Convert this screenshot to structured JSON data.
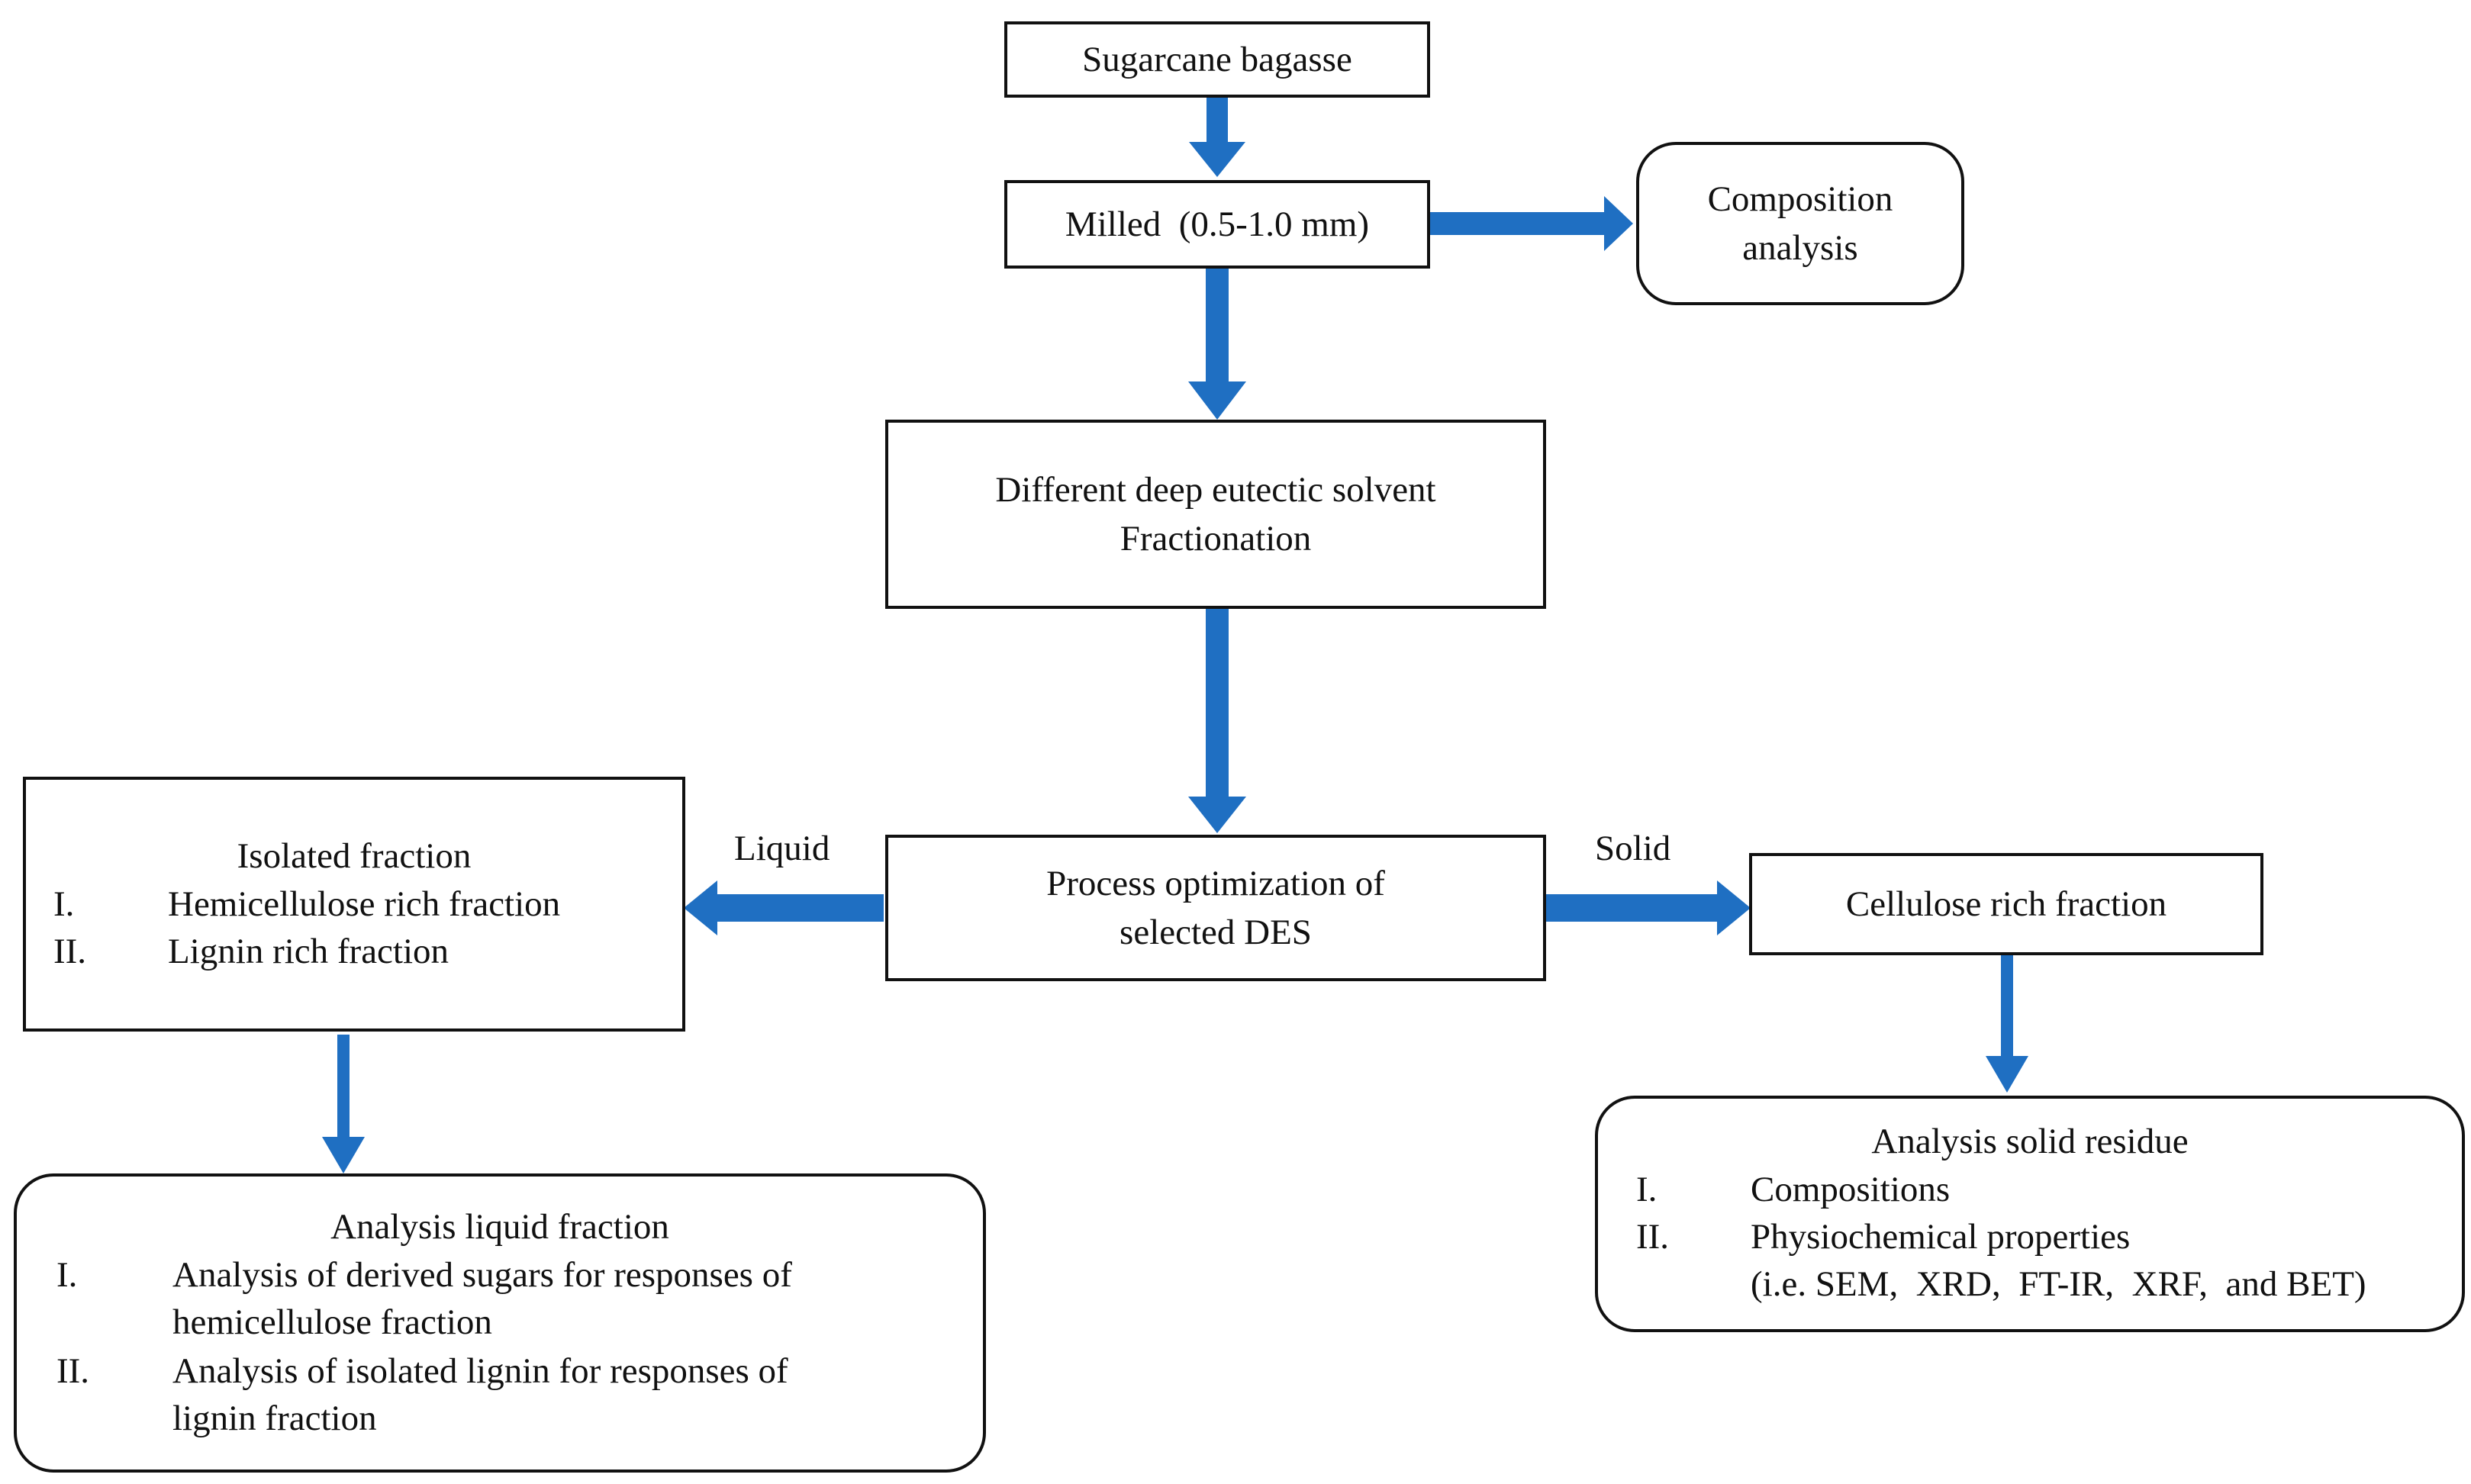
{
  "boxes": {
    "sugarcane": "Sugarcane bagasse",
    "milled": "Milled  (0.5-1.0 mm)",
    "composition": [
      "Composition",
      "analysis"
    ],
    "des": [
      "Different deep eutectic solvent",
      "Fractionation"
    ],
    "process": [
      "Process optimization of",
      "selected DES"
    ],
    "cellulose": "Cellulose rich fraction"
  },
  "labels": {
    "liquid": "Liquid",
    "solid": "Solid"
  },
  "isolated": {
    "title": "Isolated fraction",
    "items": [
      {
        "num": "I.",
        "text": "Hemicellulose rich fraction"
      },
      {
        "num": "II.",
        "text": "Lignin rich fraction"
      }
    ]
  },
  "liquid_analysis": {
    "title": "Analysis liquid fraction",
    "items": [
      {
        "num": "I.",
        "lines": [
          "Analysis of derived sugars for responses of",
          "hemicellulose fraction"
        ]
      },
      {
        "num": "II.",
        "lines": [
          "Analysis of isolated lignin for responses of",
          "lignin fraction"
        ]
      }
    ]
  },
  "solid_analysis": {
    "title": "Analysis solid residue",
    "items": [
      {
        "num": "I.",
        "lines": [
          "Compositions"
        ]
      },
      {
        "num": "II.",
        "lines": [
          "Physiochemical properties",
          "(i.e. SEM,  XRD,  FT-IR,  XRF,  and BET)"
        ]
      }
    ]
  },
  "colors": {
    "arrow": "#1f6fc2",
    "border": "#111111"
  }
}
